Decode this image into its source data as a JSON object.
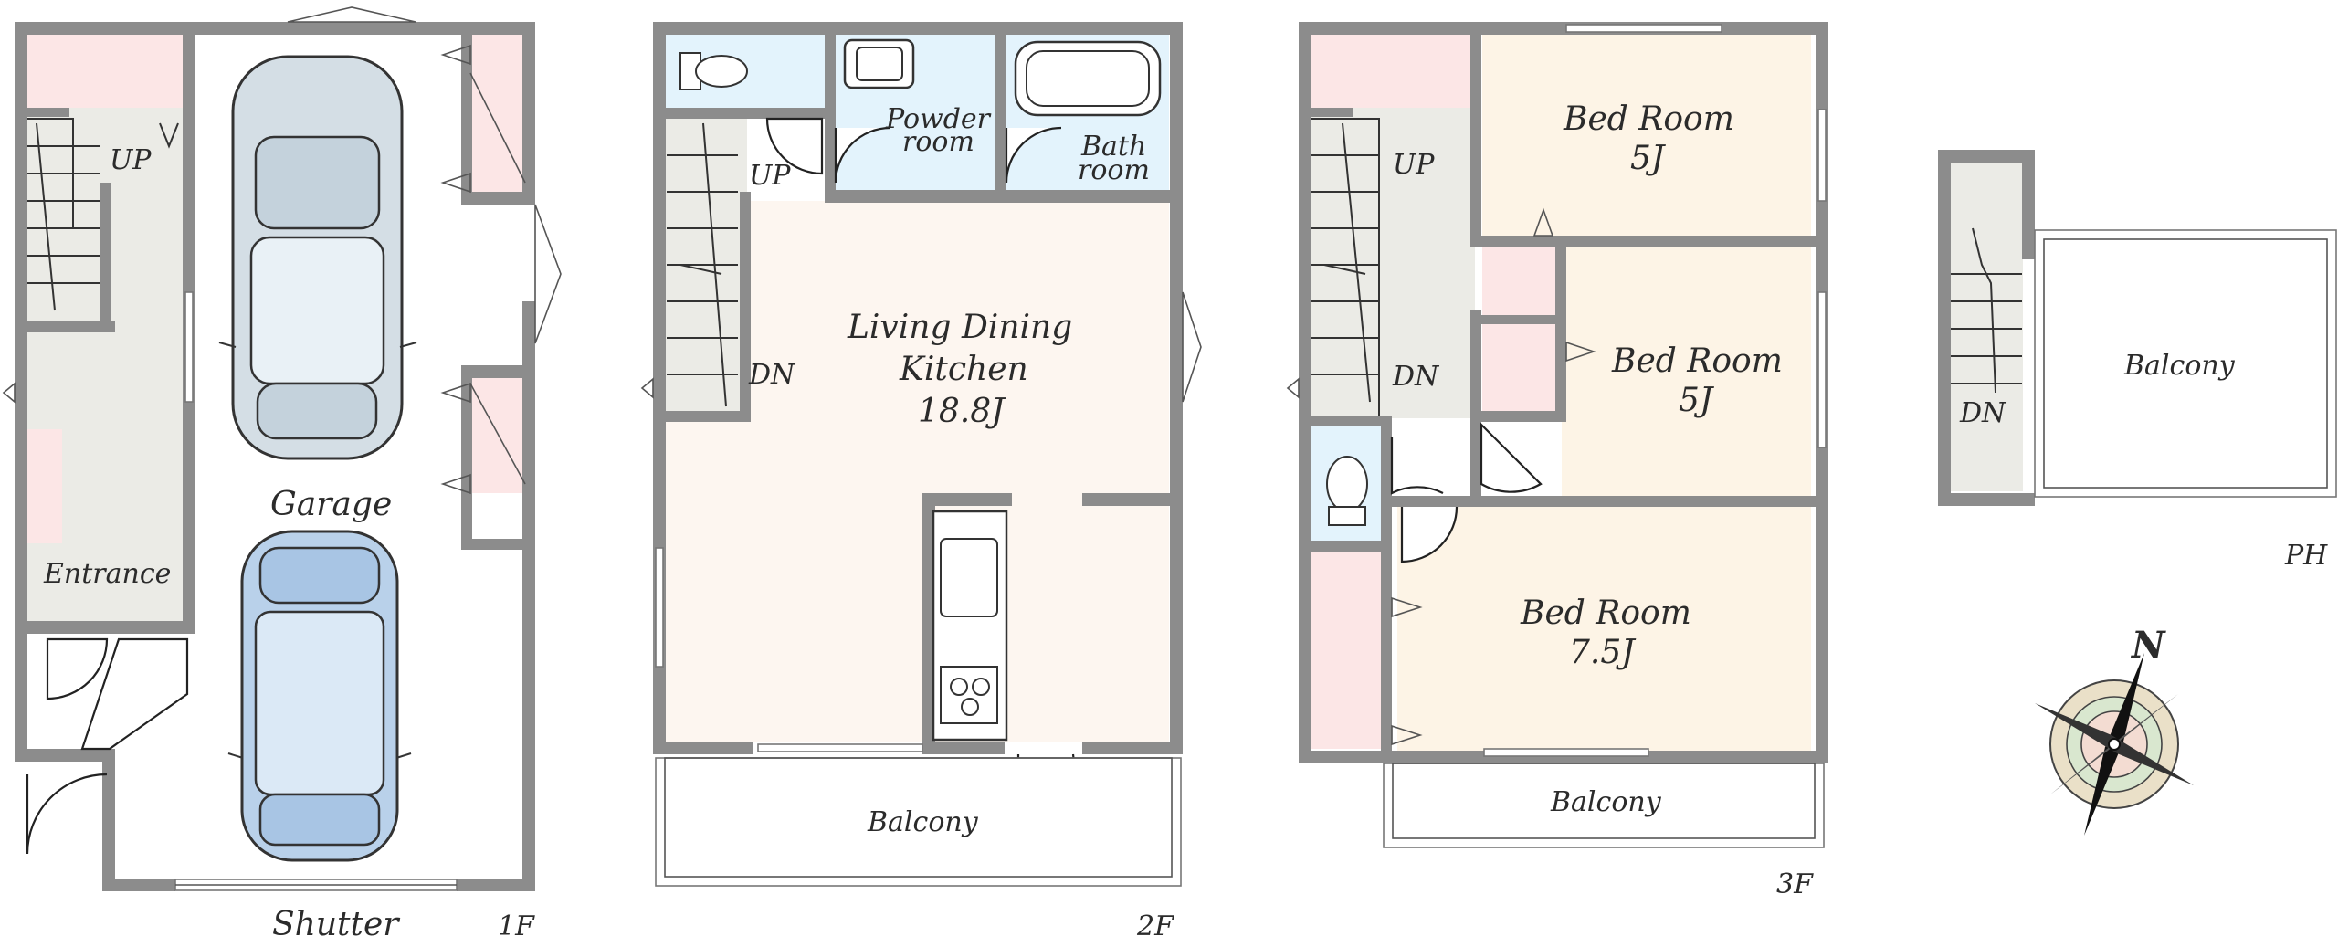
{
  "floors": {
    "f1": {
      "floor_label": "1F",
      "rooms": {
        "garage": "Garage",
        "entrance": "Entrance",
        "shutter": "Shutter",
        "stairs": "UP"
      }
    },
    "f2": {
      "floor_label": "2F",
      "rooms": {
        "powder_line1": "Powder",
        "powder_line2": "room",
        "bath_line1": "Bath",
        "bath_line2": "room",
        "ldk_line1": "Living Dining",
        "ldk_line2": "Kitchen",
        "ldk_size": "18.8J",
        "balcony": "Balcony",
        "stairs_up": "UP",
        "stairs_dn": "DN"
      }
    },
    "f3": {
      "floor_label": "3F",
      "rooms": {
        "bed1_name": "Bed Room",
        "bed1_size": "5J",
        "bed2_name": "Bed Room",
        "bed2_size": "5J",
        "bed3_name": "Bed Room",
        "bed3_size": "7.5J",
        "balcony": "Balcony",
        "stairs_up": "UP",
        "stairs_dn": "DN"
      }
    },
    "ph": {
      "floor_label": "PH",
      "rooms": {
        "balcony": "Balcony",
        "stairs_dn": "DN"
      }
    }
  },
  "compass": {
    "north_label": "N"
  },
  "colors": {
    "wall": "#8c8c8c",
    "closet": "#fce6e6",
    "wet_area": "#e3f3fc",
    "bedroom": "#fdf4e6",
    "ldk": "#fdf6f0"
  }
}
